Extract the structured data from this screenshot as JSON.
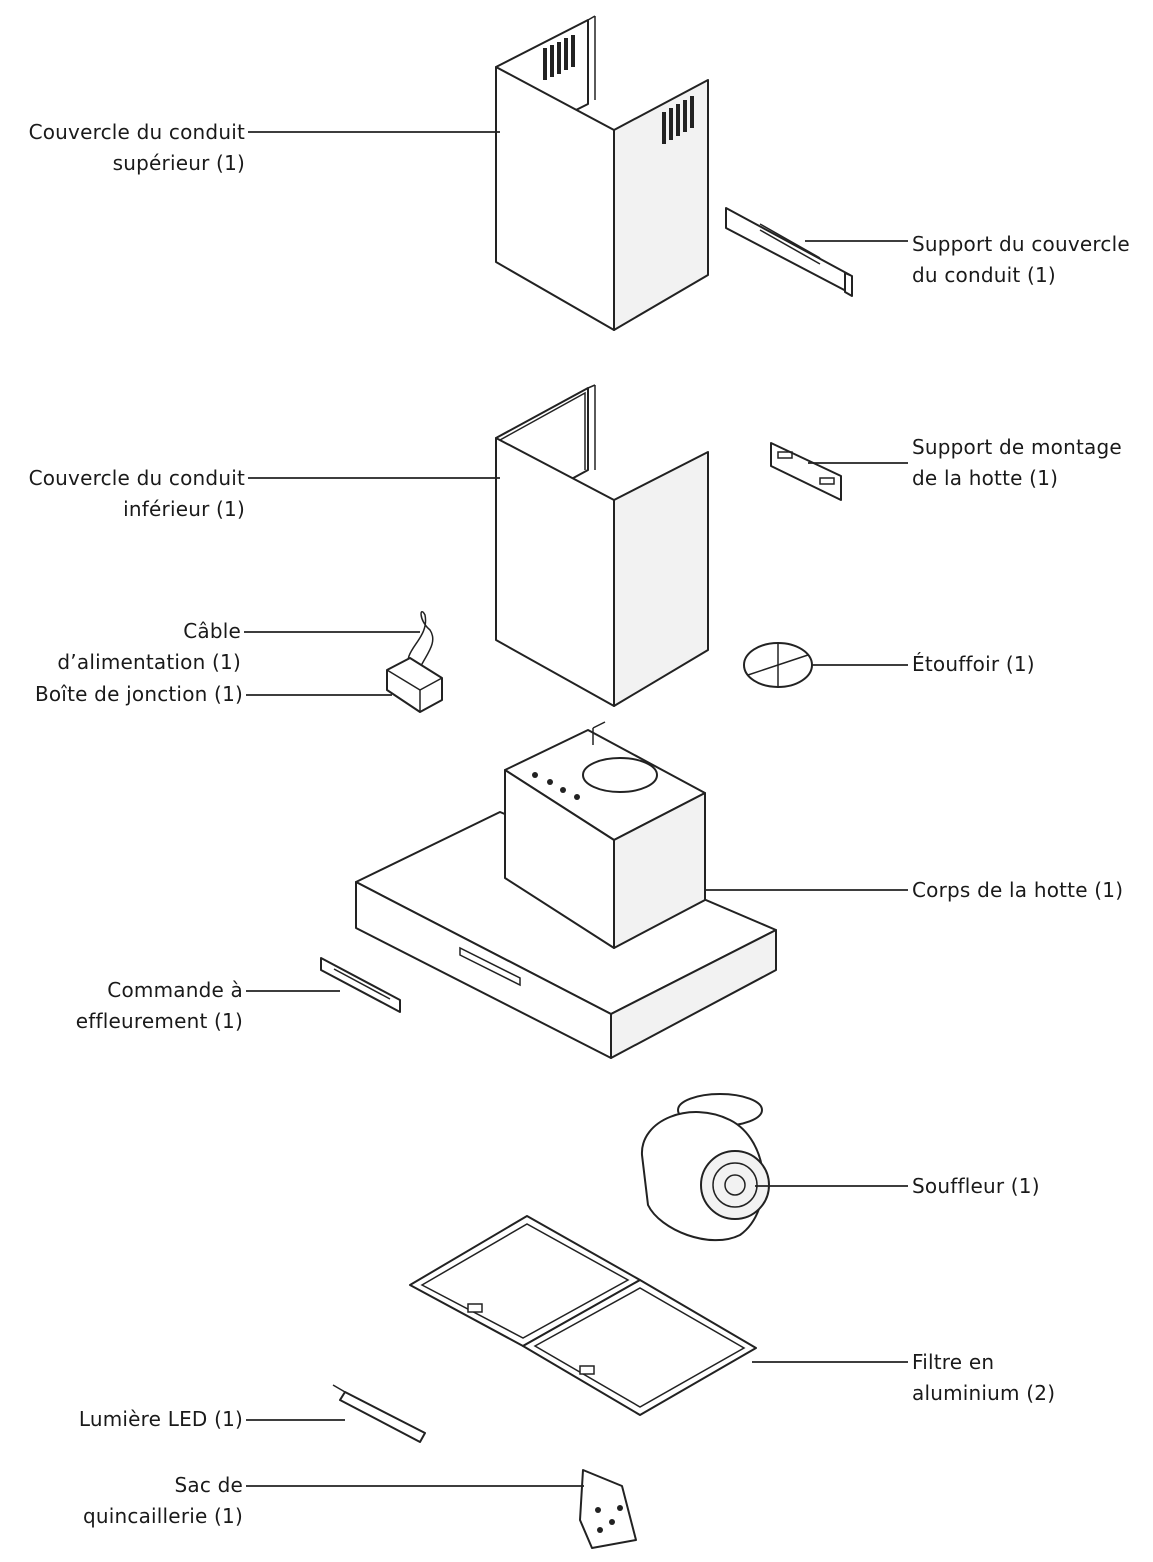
{
  "parts": [
    {
      "id": "upper-duct-cover",
      "lines": [
        "Couvercle du conduit",
        "supérieur (1)"
      ]
    },
    {
      "id": "duct-cover-bracket",
      "lines": [
        "Support du couvercle",
        "du conduit (1)"
      ]
    },
    {
      "id": "lower-duct-cover",
      "lines": [
        "Couvercle du conduit",
        "inférieur (1)"
      ]
    },
    {
      "id": "hood-mounting-bracket",
      "lines": [
        "Support de montage",
        "de la hotte (1)"
      ]
    },
    {
      "id": "power-cable",
      "lines": [
        "Câble",
        "d’alimentation (1)"
      ]
    },
    {
      "id": "junction-box",
      "lines": [
        "Boîte de jonction (1)"
      ]
    },
    {
      "id": "damper",
      "lines": [
        "Étouffoir (1)"
      ]
    },
    {
      "id": "hood-body",
      "lines": [
        "Corps de la hotte (1)"
      ]
    },
    {
      "id": "touch-control",
      "lines": [
        "Commande à",
        "effleurement (1)"
      ]
    },
    {
      "id": "blower",
      "lines": [
        "Souffleur (1)"
      ]
    },
    {
      "id": "aluminum-filter",
      "lines": [
        "Filtre en",
        "aluminium (2)"
      ]
    },
    {
      "id": "led-light",
      "lines": [
        "Lumière LED (1)"
      ]
    },
    {
      "id": "hardware-bag",
      "lines": [
        "Sac de",
        "quincaillerie (1)"
      ]
    }
  ]
}
